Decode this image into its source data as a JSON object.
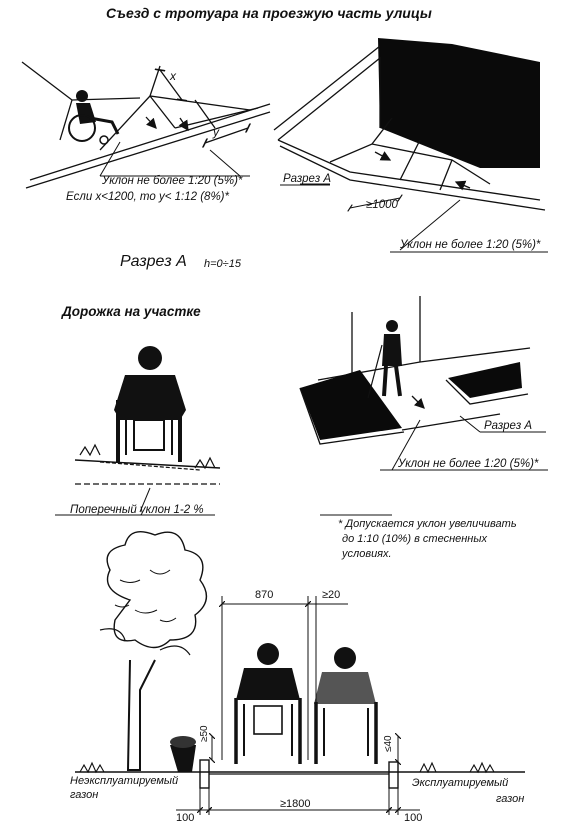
{
  "titles": {
    "curb_ramp": "Съезд с тротуара на проезжую часть улицы",
    "section_a": "Разрез А",
    "section_a_height": "h=0÷15",
    "site_path": "Дорожка на участке"
  },
  "labels": {
    "slope_5_left": "Уклон не более 1:20 (5%)*",
    "condition": "Если x<1200, то y< 1:12 (8%)*",
    "section_a_right": "Разрез А",
    "min_1000": "≥1000",
    "slope_5_right": "Уклон не более 1:20 (5%)*",
    "section_a_mid": "Разрез А",
    "slope_5_mid": "Уклон не более 1:20 (5%)*",
    "cross_slope": "Поперечный уклон 1-2 %",
    "dim_x": "x",
    "dim_y": "y"
  },
  "footnote": {
    "line1": "* Допускается уклон увеличивать",
    "line2": "до 1:10 (10%) в стесненных",
    "line3": "условиях."
  },
  "dimensions": {
    "width_870": "870",
    "gap_20": "≥20",
    "height_50": "≥50",
    "height_40": "≤40",
    "left_100": "100",
    "path_1800": "≥1800",
    "right_100": "100"
  },
  "lawns": {
    "left_line1": "Неэксплуатируемый",
    "left_line2": "газон",
    "right_line1": "Эксплуатируемый",
    "right_line2": "газон"
  }
}
